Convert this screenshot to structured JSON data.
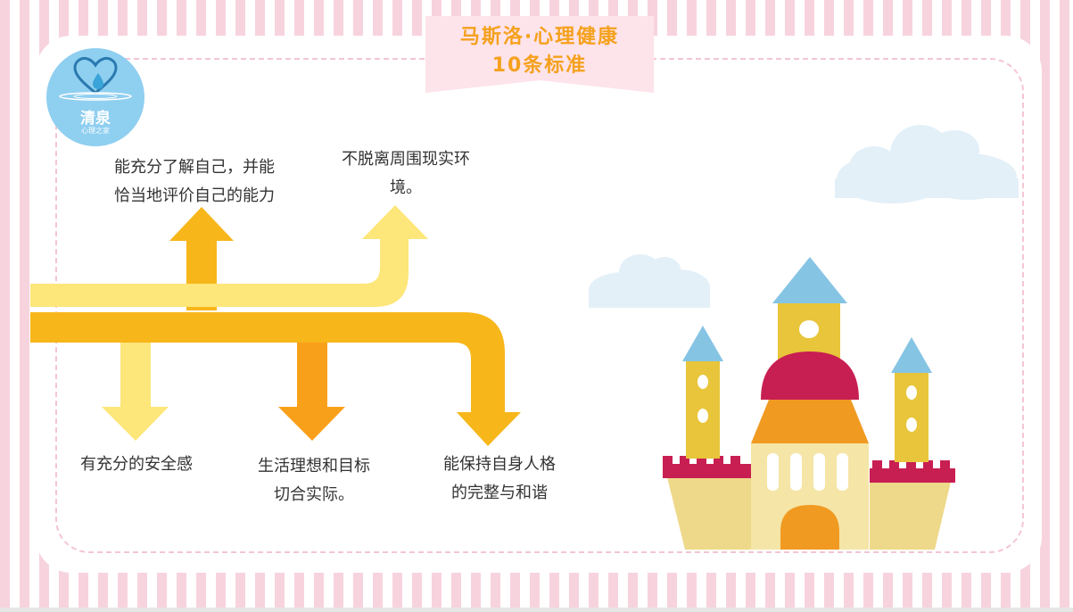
{
  "banner": {
    "line1": "马斯洛·心理健康",
    "line2": "10条标准"
  },
  "logo": {
    "name": "清泉",
    "sub": "心理之家"
  },
  "standards": {
    "s1_line1": "能充分了解自己，并能",
    "s1_line2": "恰当地评价自己的能力",
    "s2_line1": "不脱离周围现实环",
    "s2_line2": "境。",
    "s3": "有充分的安全感",
    "s4_line1": "生活理想和目标",
    "s4_line2": "切合实际。",
    "s5_line1": "能保持自身人格",
    "s5_line2": "的完整与和谐"
  },
  "colors": {
    "stripe_pink": "#f7d3dd",
    "banner_orange": "#f5a11d",
    "arrow_gold": "#f7b61a",
    "arrow_light": "#fde67a",
    "arrow_orange": "#f9a01b",
    "castle_yellow": "#e8c53a",
    "castle_red": "#c81f52",
    "castle_blue": "#86c4e4"
  },
  "icons": [
    "heart-drop-icon",
    "cloud-icon",
    "castle-illustration"
  ]
}
